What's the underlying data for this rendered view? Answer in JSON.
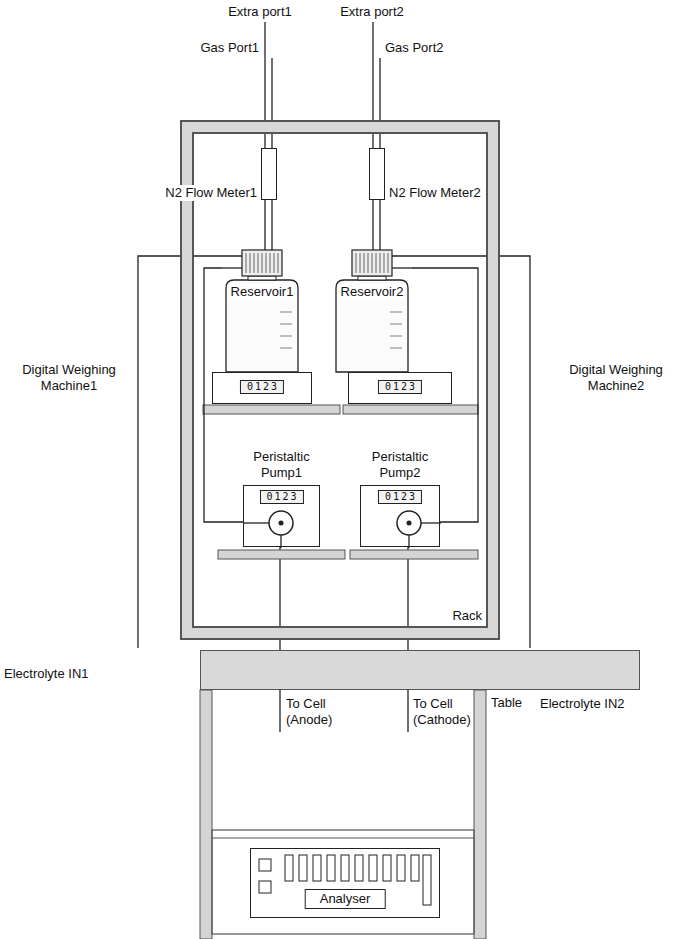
{
  "diagram": {
    "nodes": [
      {
        "text": [
          "Rack"
        ]
      },
      {
        "text": [
          "N2 Flow Meter1"
        ],
        "in": 0
      },
      {
        "text": [
          "N2 Flow Meter2"
        ],
        "in": 0
      },
      {
        "text": [
          "Reservoir1"
        ],
        "in": 0
      },
      {
        "text": [
          "Reservoir2"
        ],
        "in": 0
      },
      {
        "text": [
          "0123"
        ],
        "in": 0
      },
      {
        "text": [
          "0123"
        ],
        "in": 0
      },
      {
        "text": [
          "Peristaltic Pump1",
          "0123"
        ],
        "in": 0
      },
      {
        "text": [
          "Peristaltic Pump2",
          "0123"
        ],
        "in": 0
      },
      {
        "text": [
          "Table"
        ]
      },
      {
        "text": [
          "Analyser"
        ]
      }
    ],
    "edges": [
      {
        "from": 1,
        "to": 3,
        "arrow": "none"
      },
      {
        "from": 2,
        "to": 4,
        "arrow": "none"
      },
      {
        "from": 3,
        "to": 7,
        "arrow": "none"
      },
      {
        "from": 4,
        "to": 8,
        "arrow": "none"
      }
    ],
    "labels": [
      "Extra port1",
      "Extra port2",
      "Gas Port1",
      "Gas Port2",
      "Digital Weighing Machine1",
      "Digital Weighing Machine2",
      "Electrolyte IN1",
      "Electrolyte IN2",
      "To Cell (Anode)",
      "To Cell (Cathode)"
    ]
  }
}
